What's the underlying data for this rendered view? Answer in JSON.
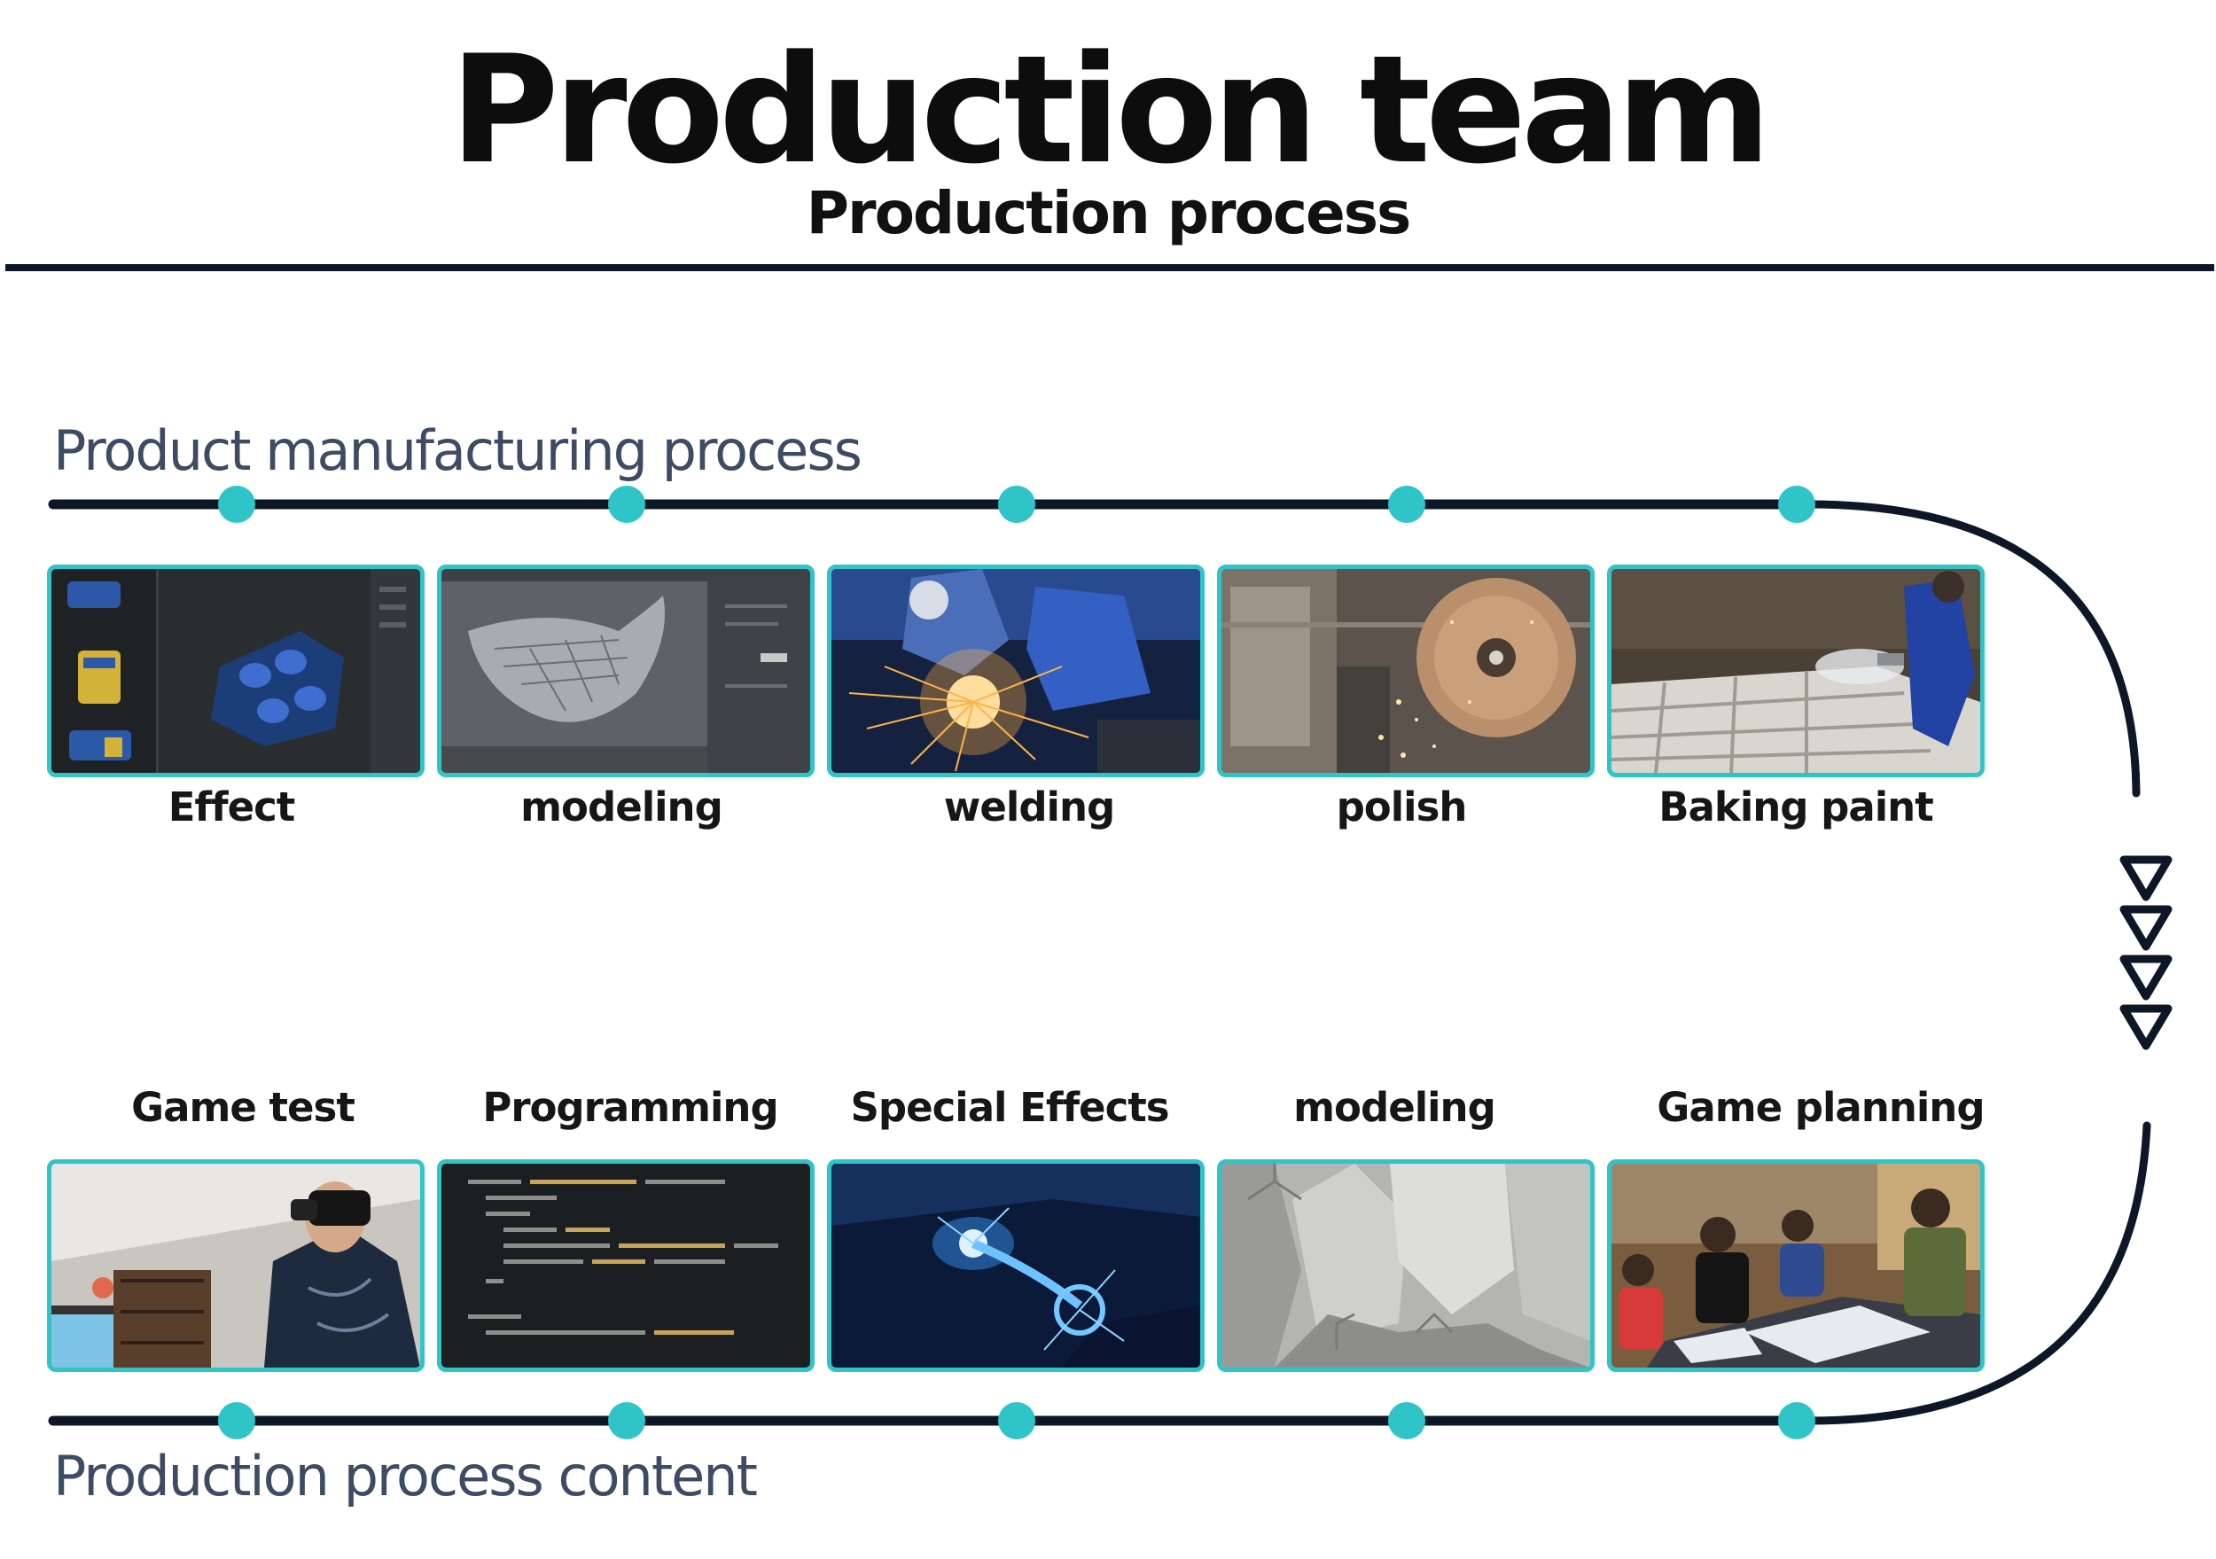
{
  "title": "Production team",
  "subtitle": "Production process",
  "colors": {
    "accent": "#2ec4c8",
    "line": "#0e1726",
    "section_text": "#3d4b63"
  },
  "manufacturing": {
    "heading": "Product manufacturing process",
    "steps": [
      {
        "label": "Effect"
      },
      {
        "label": "modeling"
      },
      {
        "label": "welding"
      },
      {
        "label": "polish"
      },
      {
        "label": "Baking paint"
      }
    ]
  },
  "content": {
    "heading": "Production process content",
    "steps": [
      {
        "label": "Game test"
      },
      {
        "label": "Programming"
      },
      {
        "label": "Special Effects"
      },
      {
        "label": "modeling"
      },
      {
        "label": "Game planning"
      }
    ]
  }
}
